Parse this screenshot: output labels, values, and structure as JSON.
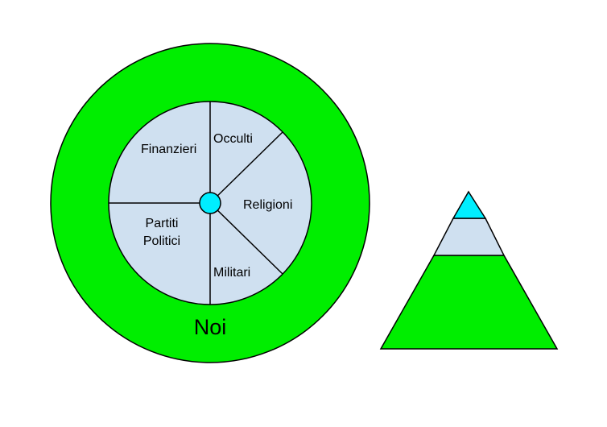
{
  "colors": {
    "outer_ring": "#00ee00",
    "inner_disc": "#cfe0f0",
    "center_dot": "#00eeff",
    "stroke": "#000000",
    "background": "#ffffff"
  },
  "circle_diagram": {
    "outer_label": "Noi",
    "segments": {
      "finanzieri": "Finanzieri",
      "occulti": "Occulti",
      "religioni": "Religioni",
      "partiti_line1": "Partiti",
      "partiti_line2": "Politici",
      "militari": "Militari"
    }
  },
  "pyramid": {
    "tiers": [
      {
        "name": "top",
        "color": "#00eeff"
      },
      {
        "name": "middle",
        "color": "#cfe0f0"
      },
      {
        "name": "base",
        "color": "#00ee00"
      }
    ]
  }
}
